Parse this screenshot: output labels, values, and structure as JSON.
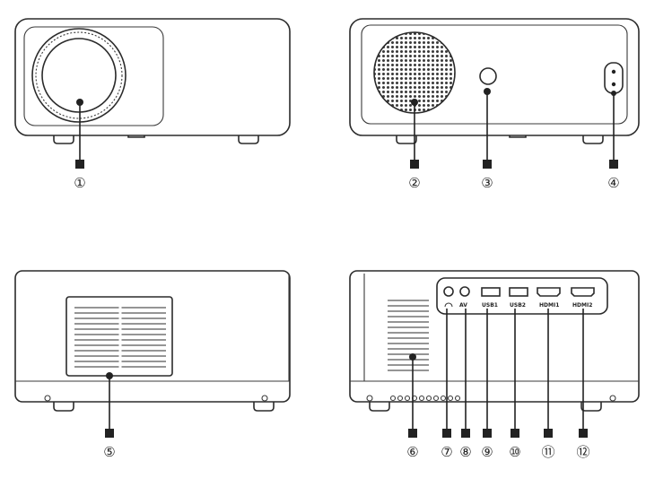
{
  "callouts": [
    "①",
    "②",
    "③",
    "④",
    "⑤",
    "⑥",
    "⑦",
    "⑧",
    "⑨",
    "⑩",
    "⑪",
    "⑫"
  ],
  "port_labels": {
    "av": "AV",
    "usb1": "USB1",
    "usb2": "USB2",
    "hdmi1": "HDMI1",
    "hdmi2": "HDMI2"
  },
  "colors": {
    "line": "#2b2b2b",
    "background": "#ffffff"
  },
  "icons": {
    "headphone": "headphone-icon",
    "power_socket": "power-socket-icon"
  }
}
